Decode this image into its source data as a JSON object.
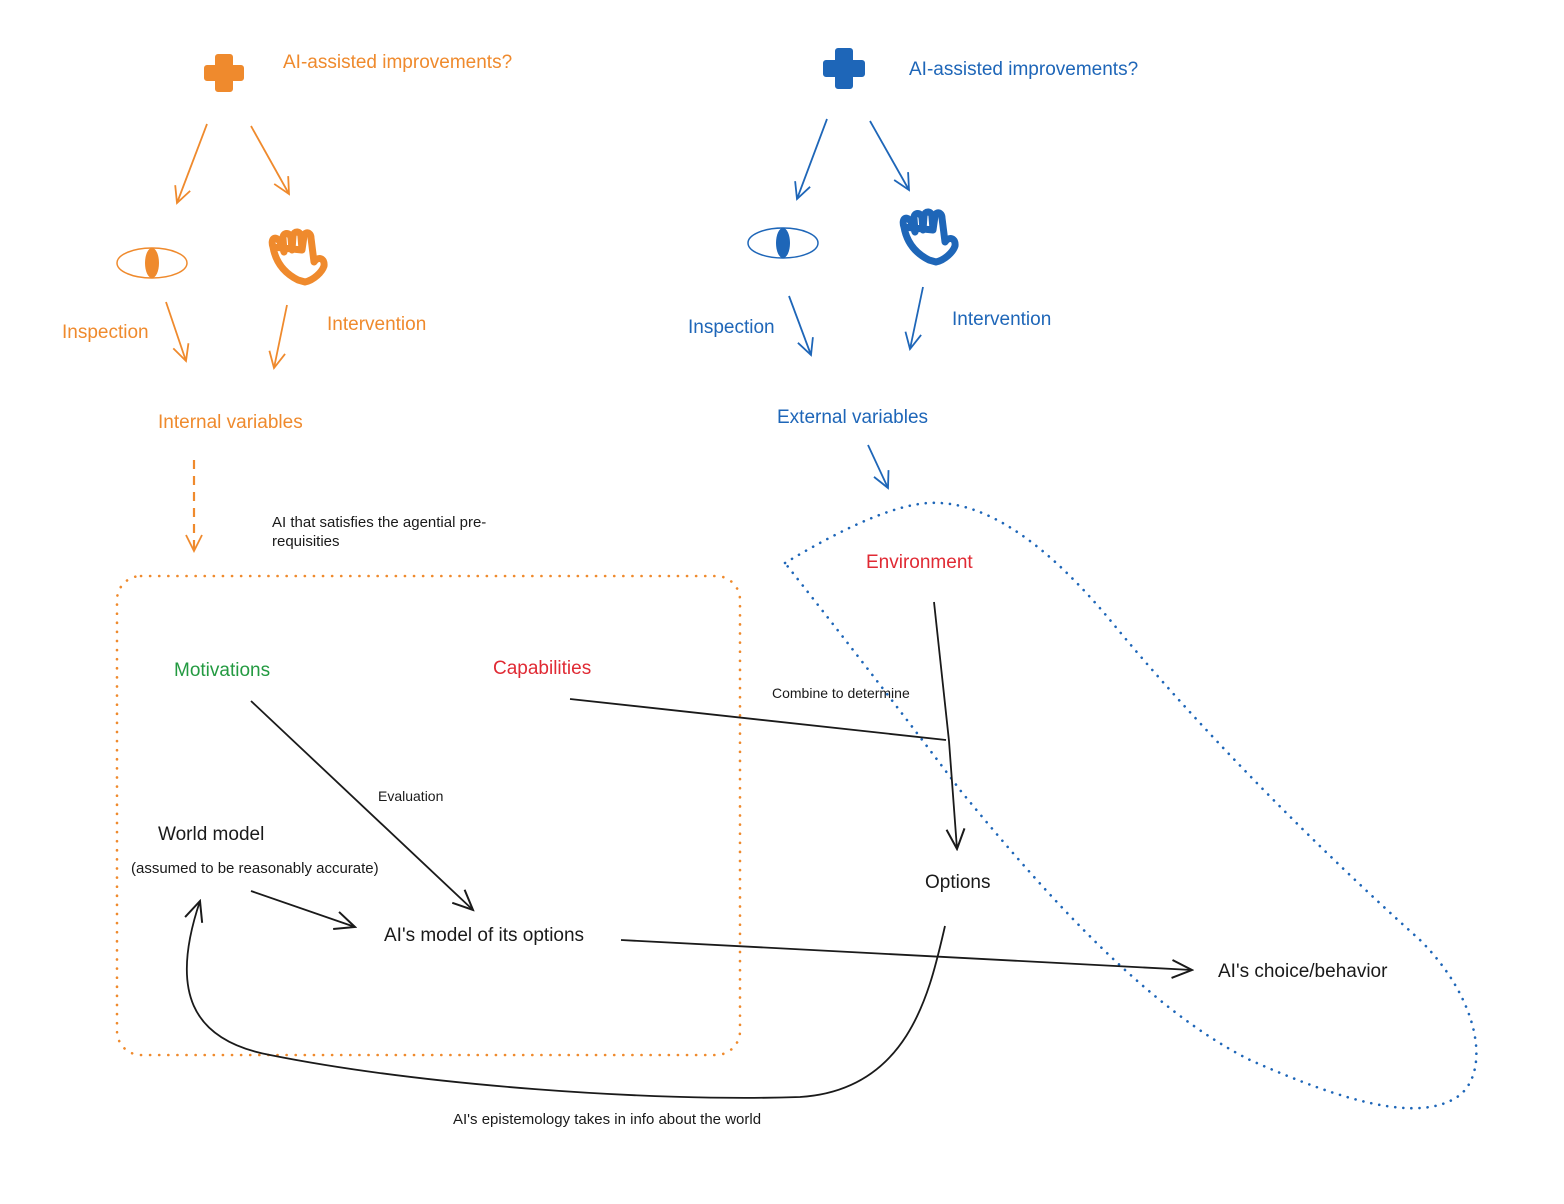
{
  "colors": {
    "orange": "#ef8a2d",
    "blue": "#1e66b8",
    "green": "#239a41",
    "red": "#e02a34",
    "black": "#1a1a1a"
  },
  "left_branch": {
    "title": "AI-assisted improvements?",
    "icon_plus": "plus-icon",
    "icon_eye": "eye-icon",
    "icon_hand": "hand-icon",
    "inspection": "Inspection",
    "intervention": "Intervention",
    "target": "Internal variables"
  },
  "right_branch": {
    "title": "AI-assisted improvements?",
    "icon_plus": "plus-icon",
    "icon_eye": "eye-icon",
    "icon_hand": "hand-icon",
    "inspection": "Inspection",
    "intervention": "Intervention",
    "target": "External variables"
  },
  "agent_box": {
    "caption": "AI that satisfies the agential pre-requisities",
    "caption_line1": "AI that satisfies the agential pre-",
    "caption_line2": "requisities",
    "motivations": "Motivations",
    "capabilities": "Capabilities",
    "evaluation": "Evaluation",
    "world_model": "World model",
    "world_model_note": "(assumed to be reasonably accurate)",
    "model_of_options": "AI's model of its options"
  },
  "environment_region": {
    "environment": "Environment",
    "combine": "Combine to determine",
    "options": "Options",
    "choice": "AI's choice/behavior"
  },
  "feedback_label": "AI's epistemology takes in info about the world"
}
